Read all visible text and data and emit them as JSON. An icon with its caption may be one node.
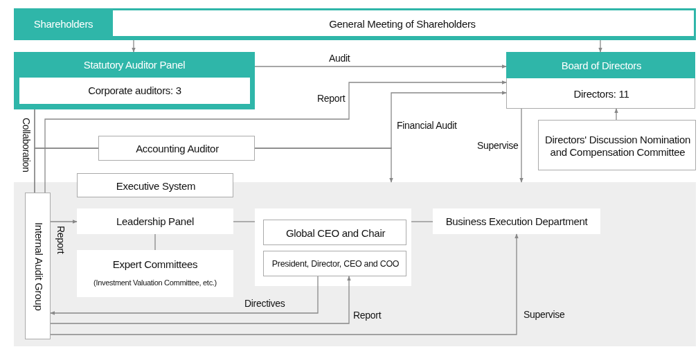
{
  "diagram": {
    "nodes": [
      {
        "text": [
          "Shareholders"
        ]
      },
      {
        "text": [
          "General Meeting of Shareholders"
        ]
      },
      {
        "text": [
          "Statutory Auditor Panel"
        ]
      },
      {
        "text": [
          "Corporate auditors: 3"
        ],
        "in": 2
      },
      {
        "text": [
          "Board of Directors",
          "Directors: 11"
        ]
      },
      {
        "text": [
          "Directors' Discussion Nomination and Compensation Committee"
        ]
      },
      {
        "text": [
          "Accounting Auditor"
        ]
      },
      {
        "text": [
          "Executive System"
        ]
      },
      {
        "text": [],
        "shape": "box"
      },
      {
        "text": [
          "Internal Audit Group"
        ],
        "in": 8
      },
      {
        "text": [
          "Leadership Panel"
        ],
        "in": 8
      },
      {
        "text": [
          "Expert Committees",
          "(Investment Valuation Committee, etc.)"
        ],
        "in": 8
      },
      {
        "text": [],
        "shape": "box",
        "in": 8
      },
      {
        "text": [
          "Global CEO and Chair"
        ],
        "in": 12
      },
      {
        "text": [
          "President, Director, CEO and COO"
        ],
        "in": 12
      },
      {
        "text": [
          "Business Execution Department"
        ],
        "in": 8
      }
    ],
    "edges": [
      {
        "from": 1,
        "to": 2,
        "arrow": "to"
      },
      {
        "from": 1,
        "to": 4,
        "arrow": "to"
      },
      {
        "from": 2,
        "to": 4,
        "arrow": "to",
        "label": "Audit"
      },
      {
        "from": 9,
        "to": 4,
        "arrow": "to",
        "label": "Report"
      },
      {
        "from": 6,
        "to": 4,
        "arrow": "to",
        "label": "Financial Audit"
      },
      {
        "from": 6,
        "to": 8,
        "arrow": "to"
      },
      {
        "from": 2,
        "to": 9,
        "arrow": "none",
        "label": "Collaboration"
      },
      {
        "from": 2,
        "to": 6,
        "arrow": "none"
      },
      {
        "from": 9,
        "to": 6,
        "arrow": "none"
      },
      {
        "from": 4,
        "to": 8,
        "arrow": "to",
        "label": "Supervise"
      },
      {
        "from": 5,
        "to": 4,
        "arrow": "to"
      },
      {
        "from": 9,
        "to": 10,
        "arrow": "to",
        "label": "Report"
      },
      {
        "from": 10,
        "to": 11,
        "arrow": "none"
      },
      {
        "from": 10,
        "to": 12,
        "arrow": "none"
      },
      {
        "from": 12,
        "to": 15,
        "arrow": "none"
      },
      {
        "from": 14,
        "to": 9,
        "arrow": "to",
        "label": "Directives"
      },
      {
        "from": 9,
        "to": 14,
        "arrow": "to",
        "label": "Report"
      },
      {
        "from": 9,
        "to": 15,
        "arrow": "to",
        "label": "Supervise"
      }
    ]
  }
}
